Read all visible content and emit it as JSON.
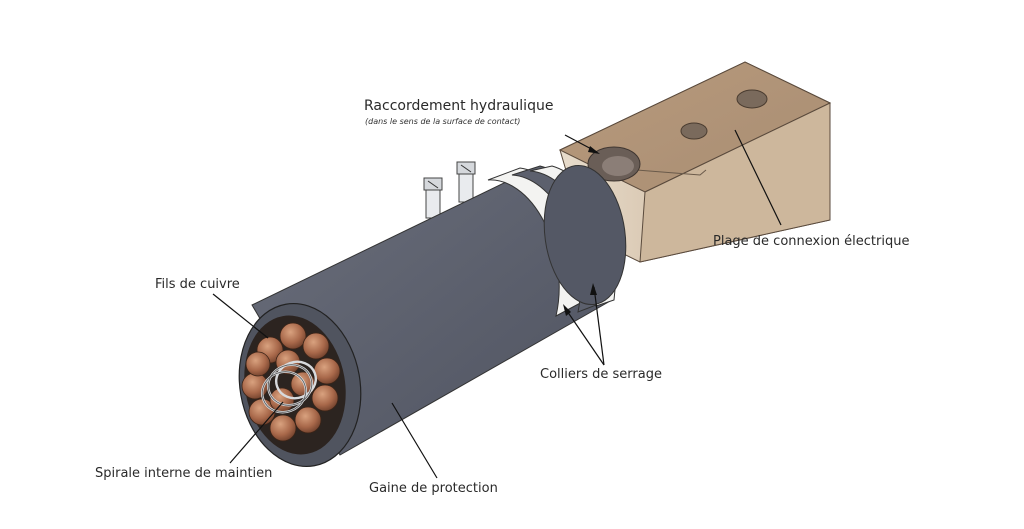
{
  "labels": {
    "hydraulic_title": "Raccordement hydraulique",
    "hydraulic_note": "(dans le sens de la surface de contact)",
    "electrical_pad": "Plage de connexion électrique",
    "copper_wires": "Fils de cuivre",
    "clamps": "Colliers de serrage",
    "inner_spiral": "Spirale interne de maintien",
    "protective_sheath": "Gaine de protection"
  },
  "colors": {
    "sheath": "#5f6370",
    "copper": "#a86a4c",
    "terminal": "#c8ad91",
    "clamp": "#f2f2f0",
    "leader": "#111111"
  }
}
